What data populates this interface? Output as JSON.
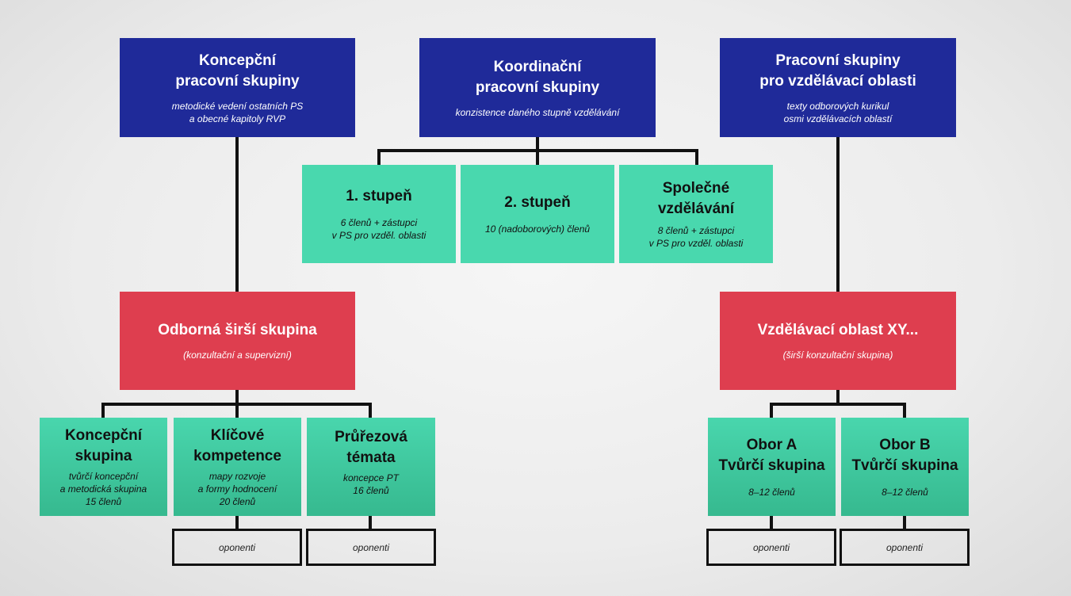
{
  "top": [
    {
      "title": "Koncepční\npracovní skupiny",
      "subtitle": "metodické vedení ostatních PS\na obecné kapitoly RVP"
    },
    {
      "title": "Koordinační\npracovní skupiny",
      "subtitle": "konzistence daného stupně vzdělávání"
    },
    {
      "title": "Pracovní skupiny\npro vzdělávací oblasti",
      "subtitle": "texty odborových kurikul\nosmi vzdělávacích oblastí"
    }
  ],
  "levels": [
    {
      "title": "1. stupeň",
      "subtitle": "6 členů + zástupci\nv PS pro vzděl. oblasti"
    },
    {
      "title": "2. stupeň",
      "subtitle": "10 (nadoborových) členů"
    },
    {
      "title": "Společné\nvzdělávání",
      "subtitle": "8 členů + zástupci\nv PS pro vzděl. oblasti"
    }
  ],
  "wide_groups": [
    {
      "title": "Odborná širší skupina",
      "subtitle": "(konzultační a supervizní)"
    },
    {
      "title": "Vzdělávací oblast XY...",
      "subtitle": "(širší konzultační skupina)"
    }
  ],
  "left_teams": [
    {
      "title": "Koncepční\nskupina",
      "subtitle": "tvůrčí koncepční\na metodická skupina\n15 členů"
    },
    {
      "title": "Klíčové\nkompetence",
      "subtitle": "mapy rozvoje\na formy hodnocení\n20 členů"
    },
    {
      "title": "Průřezová\ntémata",
      "subtitle": "koncepce PT\n16 členů"
    }
  ],
  "right_teams": [
    {
      "title": "Obor A\nTvůrčí skupina",
      "subtitle": "8–12 členů"
    },
    {
      "title": "Obor B\nTvůrčí skupina",
      "subtitle": "8–12 členů"
    }
  ],
  "opponents_label": "oponenti",
  "colors": {
    "blue": "#1f2a99",
    "red": "#de3e4f",
    "green": "#49d8ae",
    "line": "#111111"
  }
}
